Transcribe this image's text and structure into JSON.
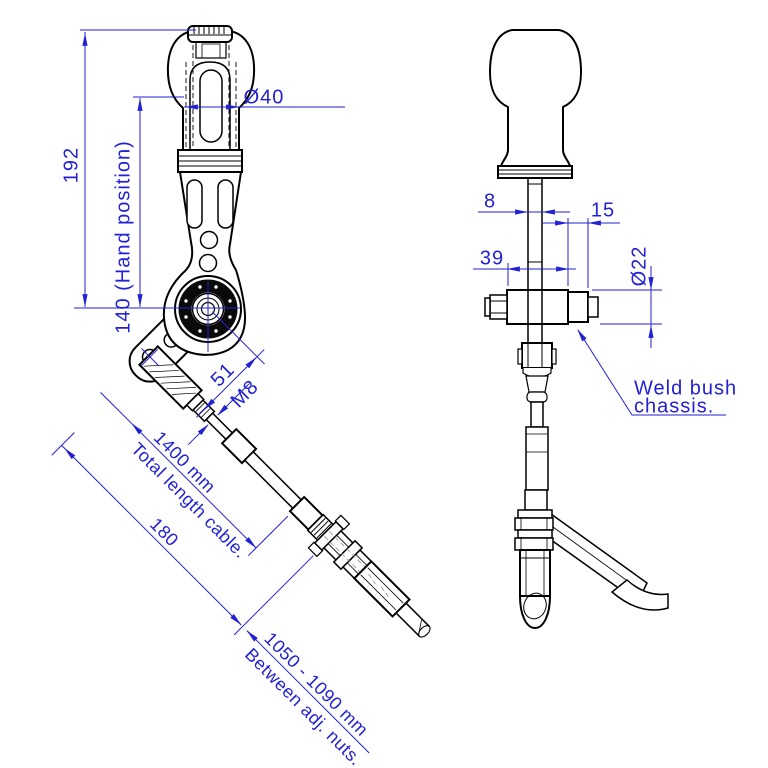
{
  "colors": {
    "background": "#ffffff",
    "drawing_line": "#000000",
    "dimension": "#2222d4",
    "hidden_line": "#9a9a9a"
  },
  "front_view": {
    "dim_overall_height": "192",
    "dim_hand_position": "140 (Hand position)",
    "dim_grip_diameter": "Ø40",
    "dim_pivot_to_clevis": "51",
    "dim_thread": "M8",
    "dim_cable_length_value": "1400 mm",
    "dim_cable_length_caption": "Total length cable.",
    "dim_travel": "180",
    "dim_adjust_range_value": "1050 - 1090 mm",
    "dim_adjust_range_caption": "Between adj. nuts."
  },
  "side_view": {
    "dim_lever_thickness": "8",
    "dim_bush_end_length": "15",
    "dim_bush_length": "39",
    "dim_bush_diameter": "Ø22",
    "callout_weld_line1": "Weld bush",
    "callout_weld_line2": "chassis."
  }
}
